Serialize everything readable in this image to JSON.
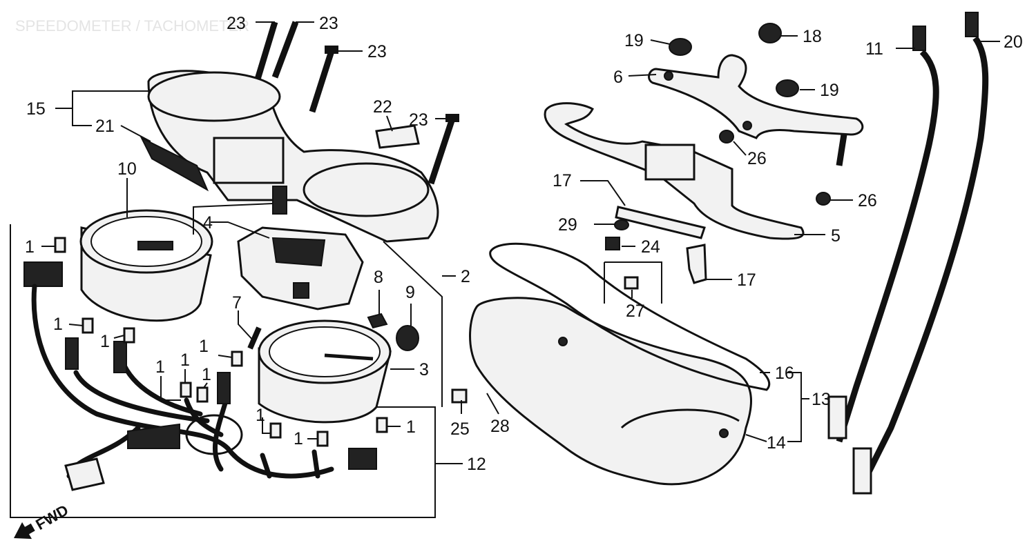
{
  "diagram": {
    "ghost_title": "SPEEDOMETER / TACHOMETER",
    "fwd_label": "FWD",
    "callouts": [
      {
        "id": "c23a",
        "text": "23"
      },
      {
        "id": "c23b",
        "text": "23"
      },
      {
        "id": "c23c",
        "text": "23"
      },
      {
        "id": "c23d",
        "text": "23"
      },
      {
        "id": "c22",
        "text": "22"
      },
      {
        "id": "c15",
        "text": "15"
      },
      {
        "id": "c21",
        "text": "21"
      },
      {
        "id": "c10",
        "text": "10"
      },
      {
        "id": "c4",
        "text": "4"
      },
      {
        "id": "c2",
        "text": "2"
      },
      {
        "id": "c8",
        "text": "8"
      },
      {
        "id": "c9",
        "text": "9"
      },
      {
        "id": "c7",
        "text": "7"
      },
      {
        "id": "c3",
        "text": "3"
      },
      {
        "id": "c12",
        "text": "12"
      },
      {
        "id": "c25",
        "text": "25"
      },
      {
        "id": "c28",
        "text": "28"
      },
      {
        "id": "c1a",
        "text": "1"
      },
      {
        "id": "c1b",
        "text": "1"
      },
      {
        "id": "c1c",
        "text": "1"
      },
      {
        "id": "c1d",
        "text": "1"
      },
      {
        "id": "c1e",
        "text": "1"
      },
      {
        "id": "c1f",
        "text": "1"
      },
      {
        "id": "c1g",
        "text": "1"
      },
      {
        "id": "c1h",
        "text": "1"
      },
      {
        "id": "c1i",
        "text": "1"
      },
      {
        "id": "c1j",
        "text": "1"
      },
      {
        "id": "c19a",
        "text": "19"
      },
      {
        "id": "c18",
        "text": "18"
      },
      {
        "id": "c6",
        "text": "6"
      },
      {
        "id": "c19b",
        "text": "19"
      },
      {
        "id": "c26a",
        "text": "26"
      },
      {
        "id": "c26b",
        "text": "26"
      },
      {
        "id": "c17a",
        "text": "17"
      },
      {
        "id": "c29",
        "text": "29"
      },
      {
        "id": "c24",
        "text": "24"
      },
      {
        "id": "c17b",
        "text": "17"
      },
      {
        "id": "c27",
        "text": "27"
      },
      {
        "id": "c5",
        "text": "5"
      },
      {
        "id": "c16",
        "text": "16"
      },
      {
        "id": "c13",
        "text": "13"
      },
      {
        "id": "c14",
        "text": "14"
      },
      {
        "id": "c11",
        "text": "11"
      },
      {
        "id": "c20",
        "text": "20"
      }
    ]
  }
}
